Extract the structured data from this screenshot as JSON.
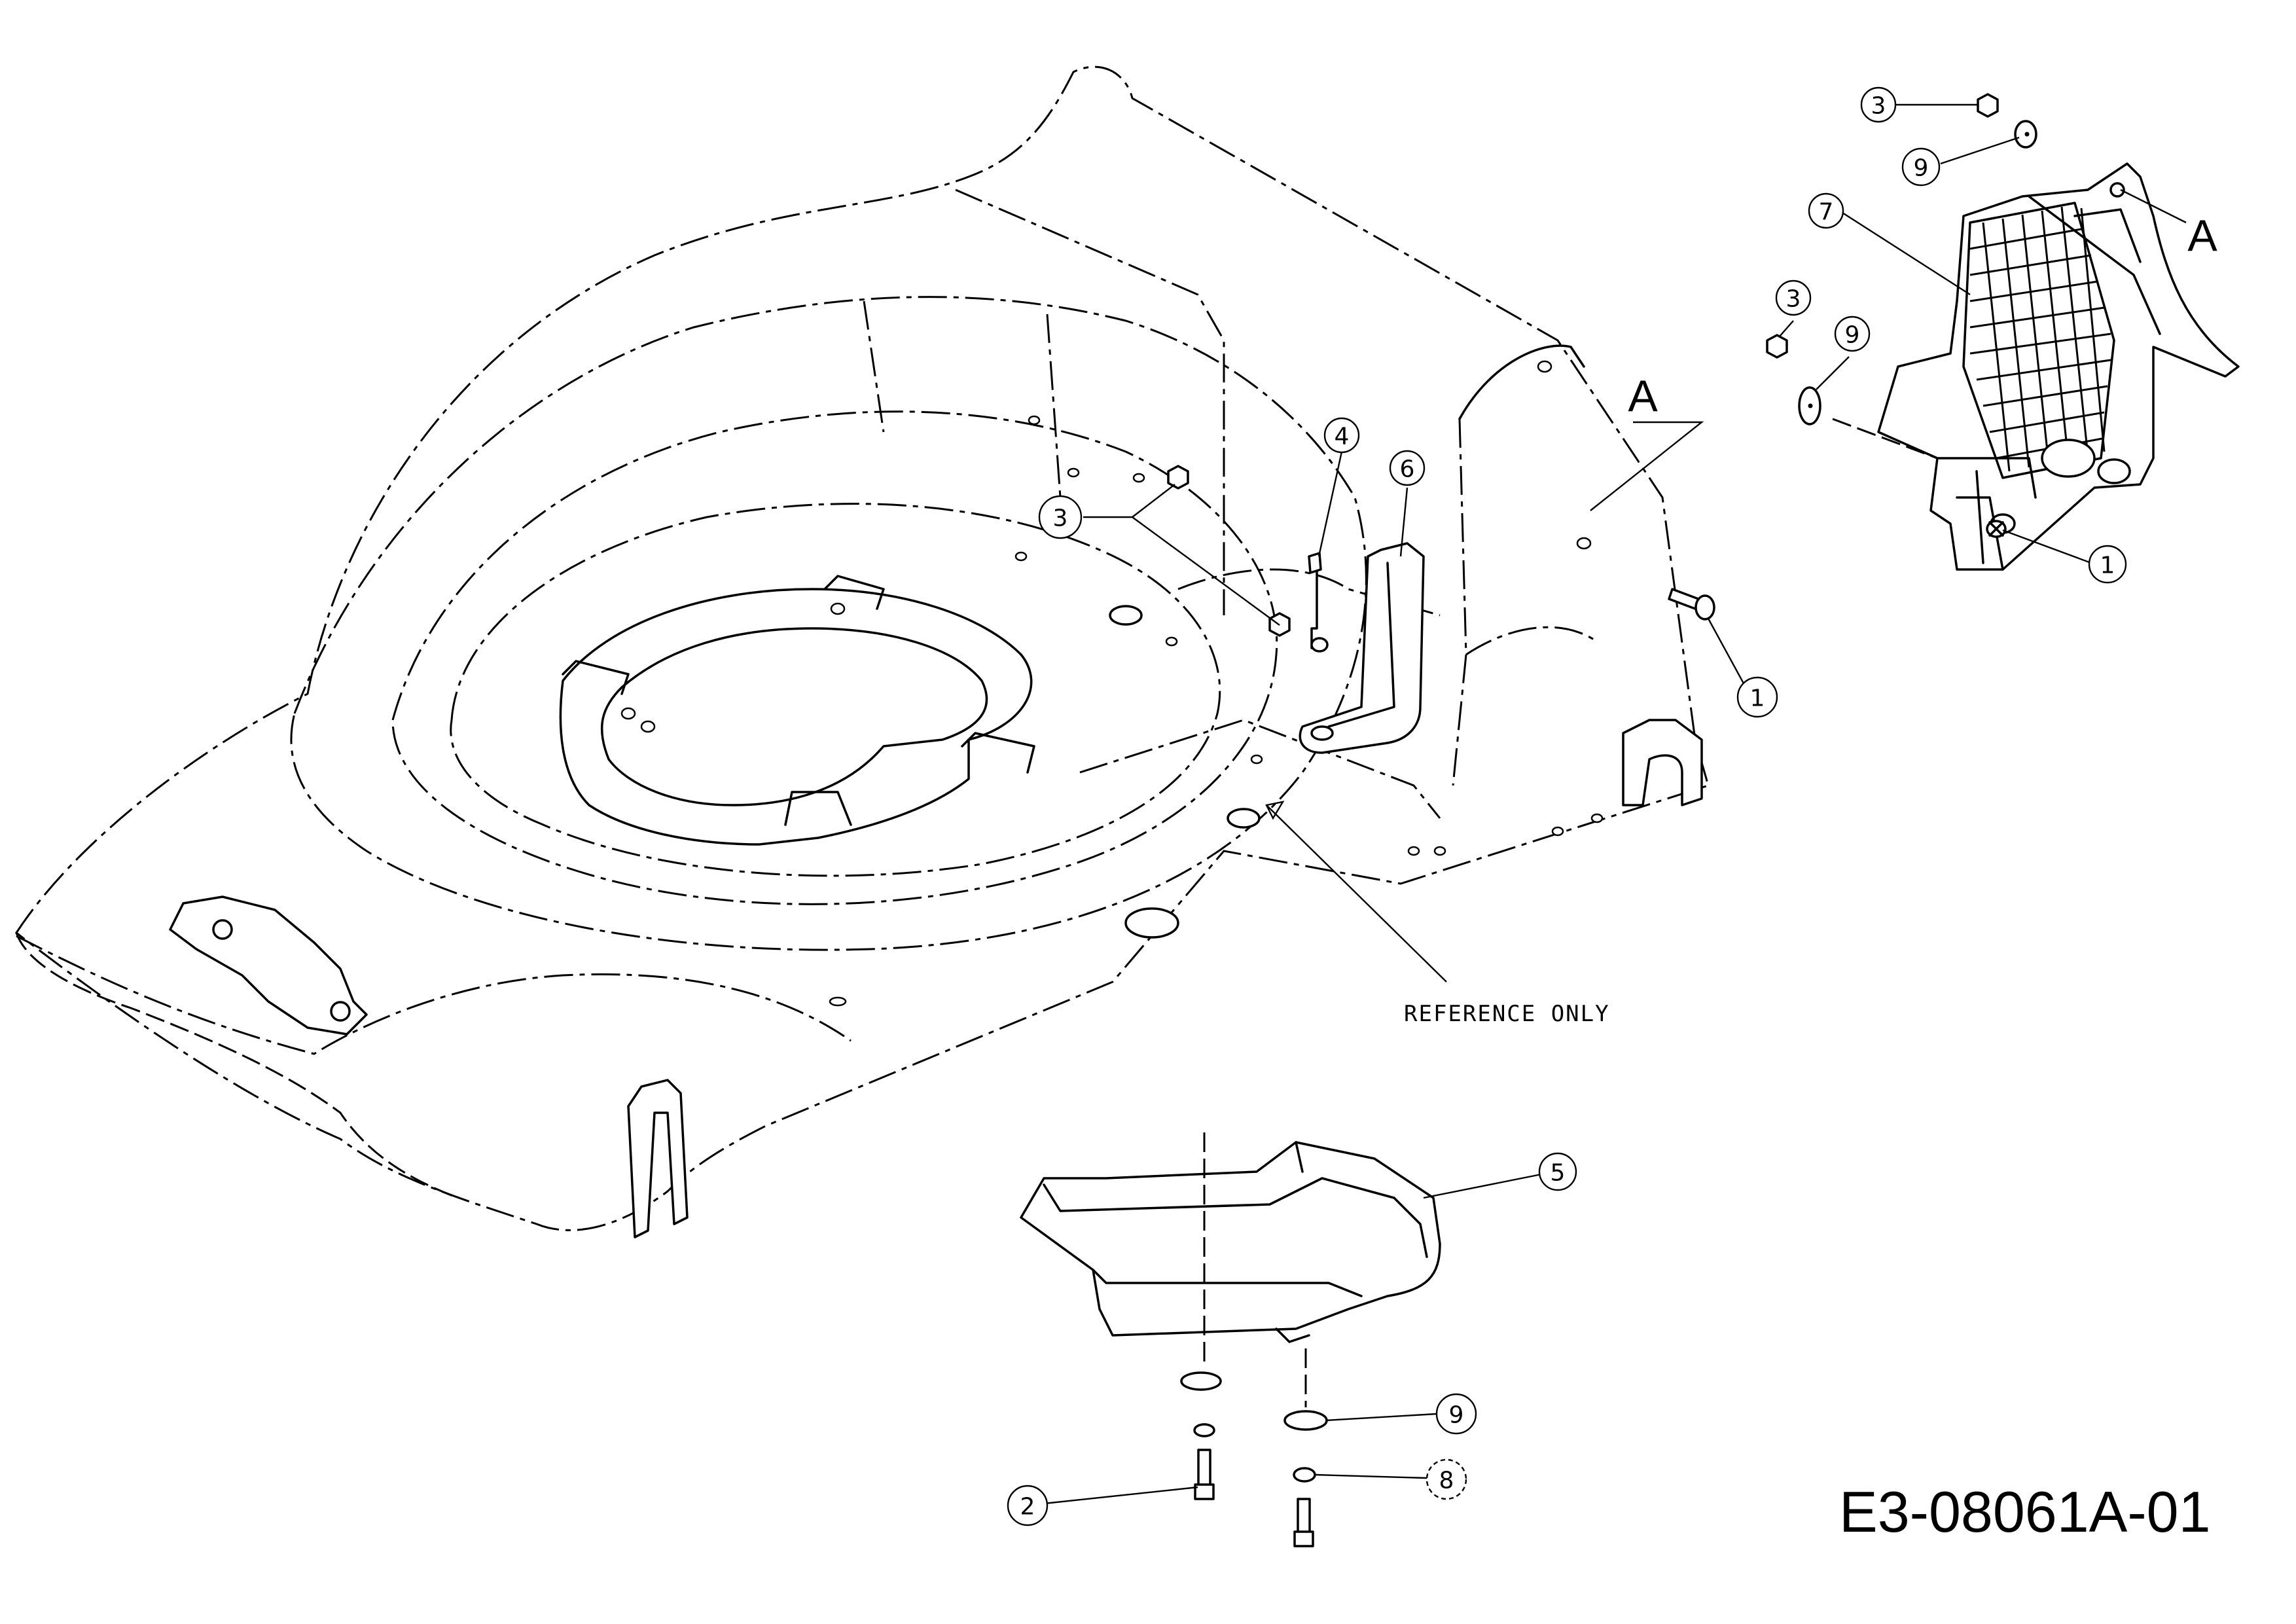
{
  "drawing_number": "E3-08061A-01",
  "reference_note": "REFERENCE ONLY",
  "view_letter": "A",
  "callouts": [
    {
      "num": "1",
      "dashed": false
    },
    {
      "num": "1",
      "dashed": false
    },
    {
      "num": "2",
      "dashed": false
    },
    {
      "num": "3",
      "dashed": false
    },
    {
      "num": "3",
      "dashed": false
    },
    {
      "num": "3",
      "dashed": false
    },
    {
      "num": "4",
      "dashed": false
    },
    {
      "num": "5",
      "dashed": false
    },
    {
      "num": "6",
      "dashed": false
    },
    {
      "num": "7",
      "dashed": false
    },
    {
      "num": "8",
      "dashed": true
    },
    {
      "num": "9",
      "dashed": false
    },
    {
      "num": "9",
      "dashed": false
    },
    {
      "num": "9",
      "dashed": false
    }
  ]
}
